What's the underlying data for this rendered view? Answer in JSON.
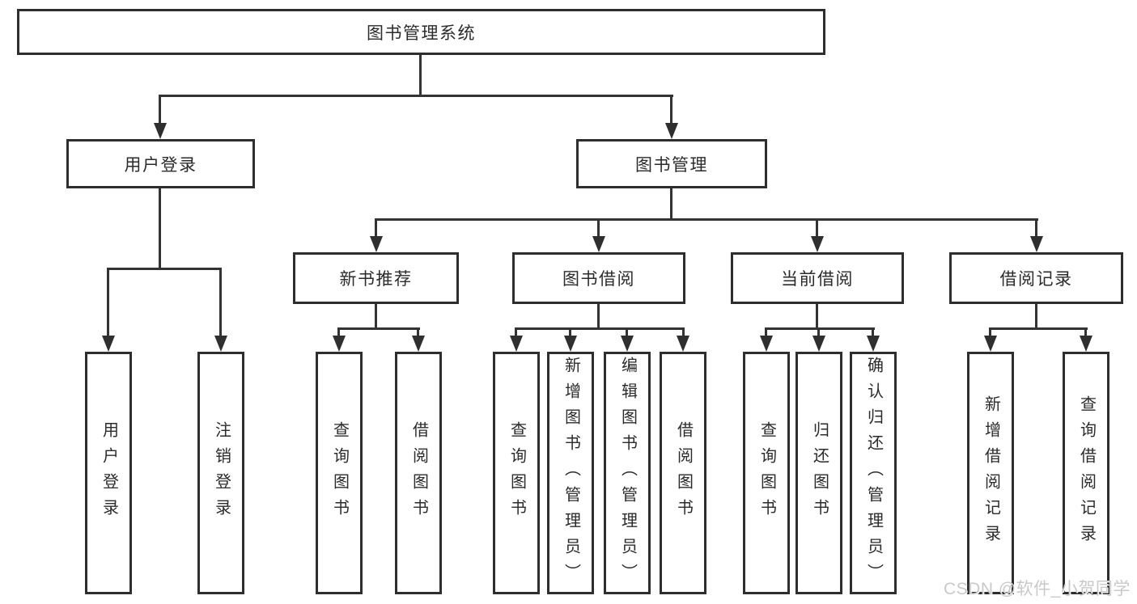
{
  "diagram": {
    "root": {
      "label": "图书管理系统"
    },
    "level2": [
      {
        "label": "用户登录"
      },
      {
        "label": "图书管理"
      }
    ],
    "level3": [
      {
        "label": "新书推荐"
      },
      {
        "label": "图书借阅"
      },
      {
        "label": "当前借阅"
      },
      {
        "label": "借阅记录"
      }
    ],
    "leaves": {
      "user_login": [
        "用户登录",
        "注销登录"
      ],
      "new_rec": [
        "查询图书",
        "借阅图书"
      ],
      "borrow": [
        "查询图书",
        "新增图书（管理员）",
        "编辑图书（管理员）",
        "借阅图书"
      ],
      "current": [
        "查询图书",
        "归还图书",
        "确认归还（管理员）"
      ],
      "record": [
        "新增借阅记录",
        "查询借阅记录"
      ]
    }
  },
  "watermark": {
    "text": "CSDN @软件_小贺同学"
  },
  "colors": {
    "line": "#333333",
    "border": "#2e2e2e",
    "text": "#2b2b2b",
    "watermark": "#c9c9c9",
    "background": "#ffffff"
  }
}
